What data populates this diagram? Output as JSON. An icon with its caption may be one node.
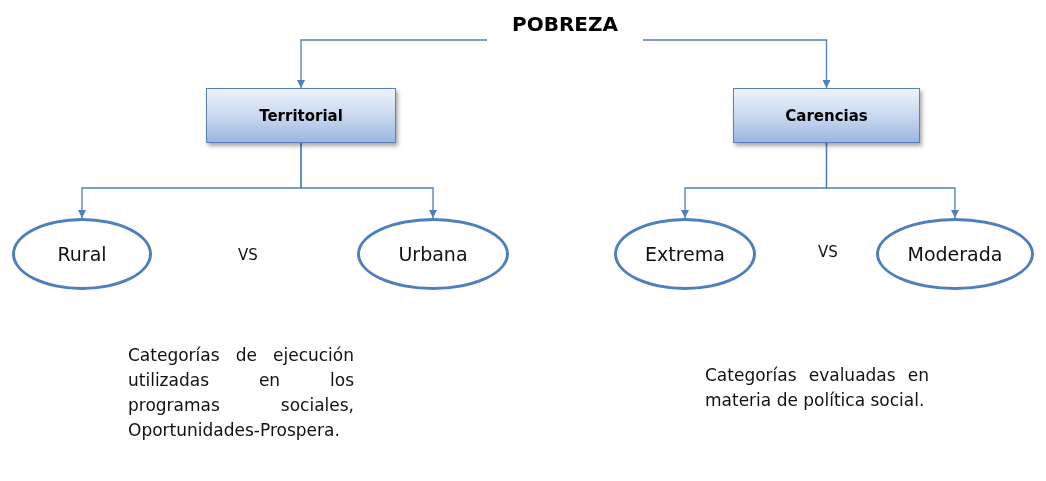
{
  "diagram": {
    "nodes": [
      {
        "text": [
          "POBREZA"
        ]
      },
      {
        "text": [
          "Territorial"
        ]
      },
      {
        "text": [
          "Carencias"
        ]
      },
      {
        "text": [
          "Rural"
        ]
      },
      {
        "text": [
          "Urbana"
        ]
      },
      {
        "text": [
          "Extrema"
        ]
      },
      {
        "text": [
          "Moderada"
        ]
      }
    ],
    "edges": [
      {
        "from": 0,
        "to": 1,
        "arrow": "to"
      },
      {
        "from": 0,
        "to": 2,
        "arrow": "to"
      },
      {
        "from": 1,
        "to": 3,
        "arrow": "to"
      },
      {
        "from": 1,
        "to": 4,
        "arrow": "to"
      },
      {
        "from": 2,
        "to": 5,
        "arrow": "to"
      },
      {
        "from": 2,
        "to": 6,
        "arrow": "to"
      }
    ],
    "labels": [
      "VS",
      "VS",
      "Categorías de ejecución utilizadas en los programas sociales, Oportunidades-Prospera.",
      "Categorías evaluadas en materia de política social."
    ]
  }
}
